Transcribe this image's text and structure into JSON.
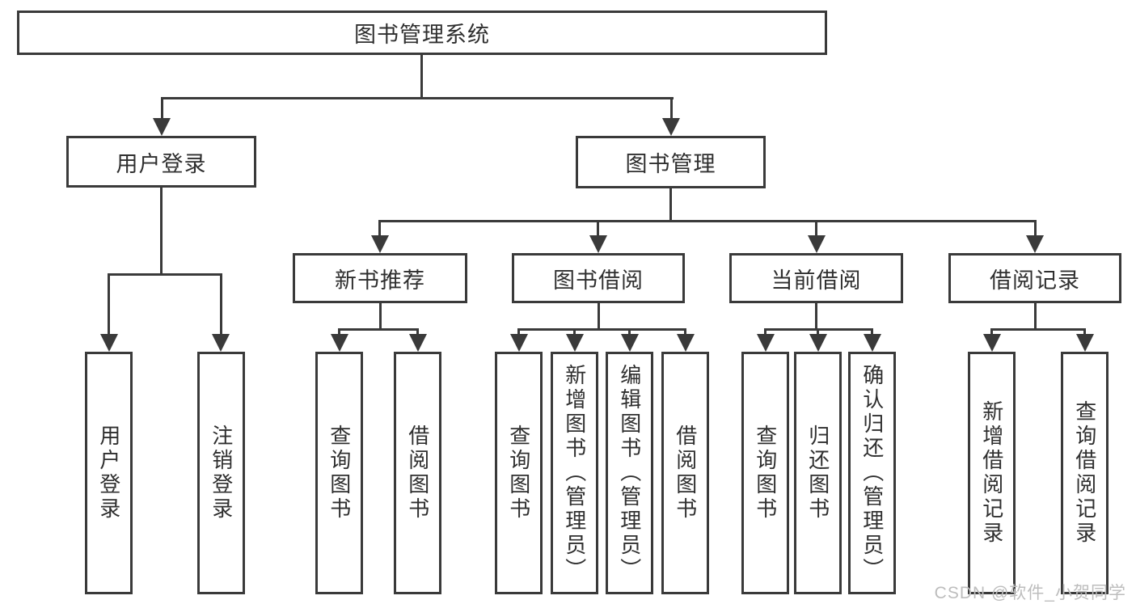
{
  "diagram": {
    "root": {
      "label": "图书管理系统"
    },
    "level2": [
      {
        "parent": "图书管理系统",
        "label": "用户登录"
      },
      {
        "parent": "图书管理系统",
        "label": "图书管理"
      }
    ],
    "level3": [
      {
        "parent": "图书管理",
        "label": "新书推荐"
      },
      {
        "parent": "图书管理",
        "label": "图书借阅"
      },
      {
        "parent": "图书管理",
        "label": "当前借阅"
      },
      {
        "parent": "图书管理",
        "label": "借阅记录"
      }
    ],
    "leaves": [
      {
        "parent": "用户登录",
        "label": "用户登录"
      },
      {
        "parent": "用户登录",
        "label": "注销登录"
      },
      {
        "parent": "新书推荐",
        "label": "查询图书"
      },
      {
        "parent": "新书推荐",
        "label": "借阅图书"
      },
      {
        "parent": "图书借阅",
        "label": "查询图书"
      },
      {
        "parent": "图书借阅",
        "label": "新增图书（管理员）"
      },
      {
        "parent": "图书借阅",
        "label": "编辑图书（管理员）"
      },
      {
        "parent": "图书借阅",
        "label": "借阅图书"
      },
      {
        "parent": "当前借阅",
        "label": "查询图书"
      },
      {
        "parent": "当前借阅",
        "label": "归还图书"
      },
      {
        "parent": "当前借阅",
        "label": "确认归还（管理员）"
      },
      {
        "parent": "借阅记录",
        "label": "新增借阅记录"
      },
      {
        "parent": "借阅记录",
        "label": "查询借阅记录"
      }
    ]
  },
  "watermark": {
    "text": "CSDN @软件_小贺同学"
  },
  "colors": {
    "line": "#3a3a3a",
    "text": "#2f2f2f",
    "background": "#ffffff",
    "watermark": "#bdbdbd"
  }
}
